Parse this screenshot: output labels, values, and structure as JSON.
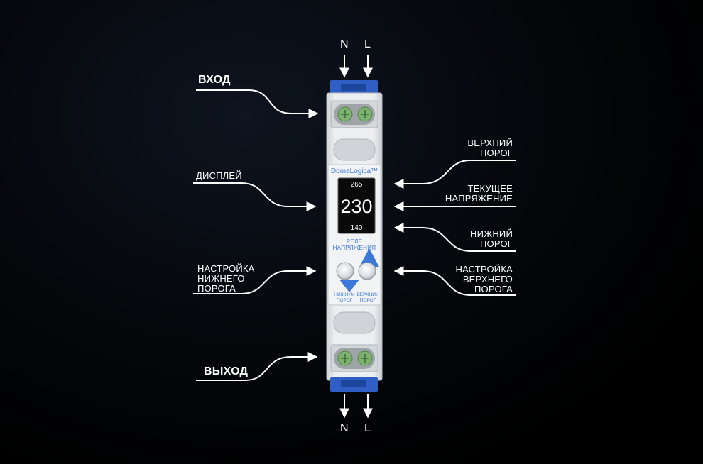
{
  "terminals": {
    "top": [
      "N",
      "L"
    ],
    "bottom": [
      "N",
      "L"
    ]
  },
  "labels": {
    "input": "ВХОД",
    "display": "ДИСПЛЕЙ",
    "low_adjust": [
      "НАСТРОЙКА",
      "НИЖНЕГО",
      "ПОРОГА"
    ],
    "output": "ВЫХОД",
    "upper_threshold": [
      "ВЕРХНИЙ",
      "ПОРОГ"
    ],
    "current_voltage": [
      "ТЕКУЩЕЕ",
      "НАПРЯЖЕНИЕ"
    ],
    "lower_threshold": [
      "НИЖНИЙ",
      "ПОРОГ"
    ],
    "high_adjust": [
      "НАСТРОЙКА",
      "ВЕРХНЕГО",
      "ПОРОГА"
    ]
  },
  "device": {
    "brand": "DomaLogica™",
    "display": {
      "top": "265",
      "main": "230",
      "bottom": "140"
    },
    "caption": "РЕЛЕ НАПРЯЖЕНИЯ",
    "button_low": [
      "НИЖНИЙ",
      "ПОРОГ"
    ],
    "button_high": [
      "ВЕРХНИЙ",
      "ПОРОГ"
    ]
  },
  "colors": {
    "background": "#000000",
    "device_body": "#e6e8ea",
    "terminal_clip": "#2f5fc4",
    "terminal_screw": "#7db36e",
    "accent_blue": "#3b78d8",
    "display_bg": "#0a0a0a"
  }
}
